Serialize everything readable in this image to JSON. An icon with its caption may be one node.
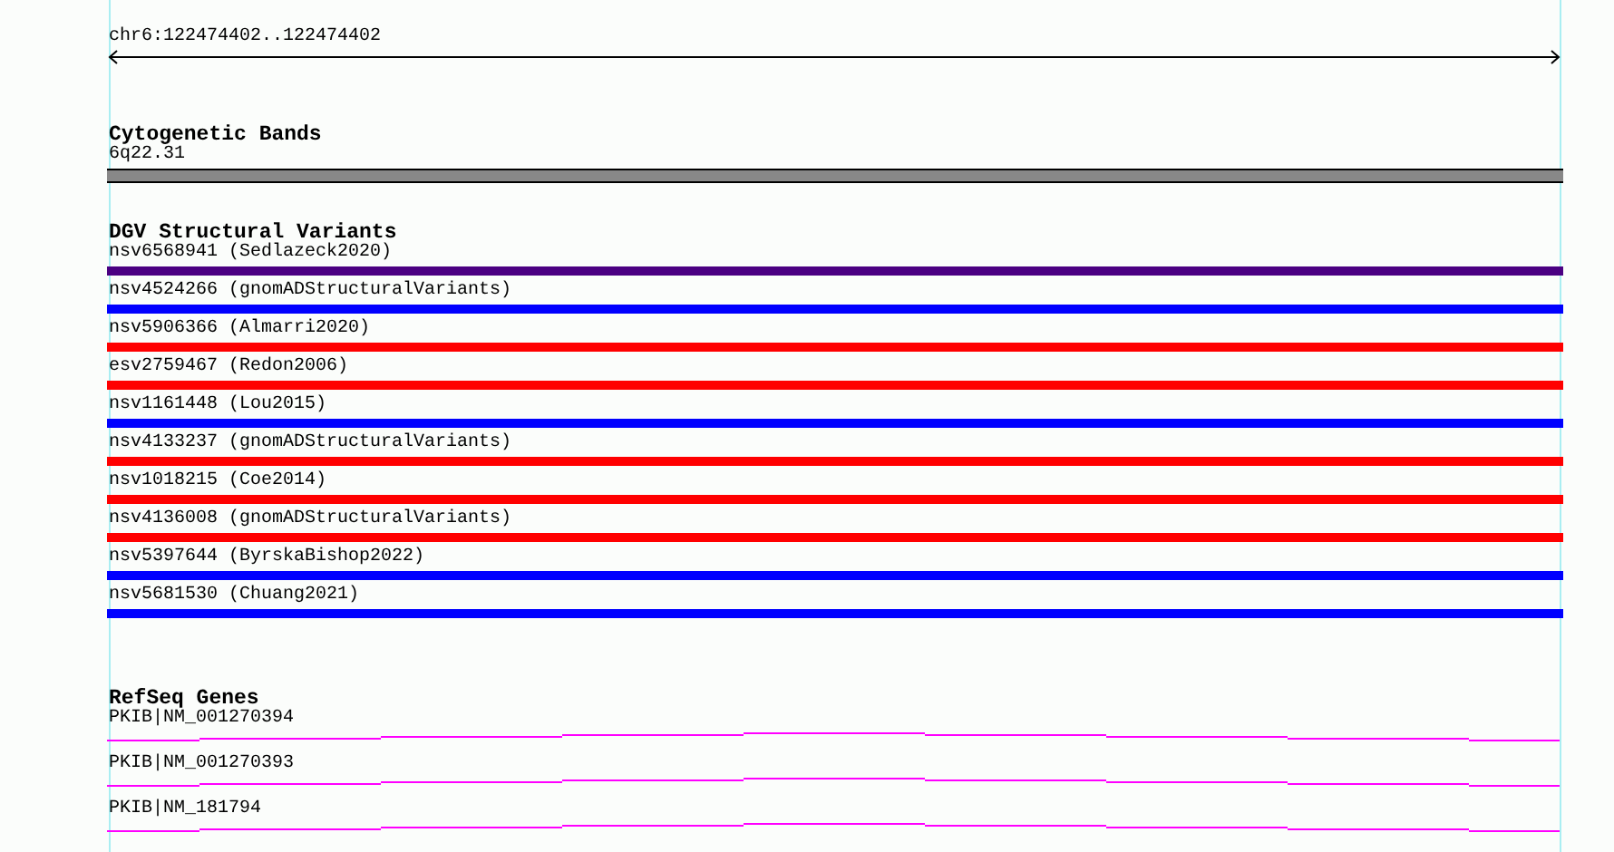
{
  "diagram": {
    "nodes": [
      {
        "text": [
          "6q22.31"
        ]
      },
      {
        "text": [
          "nsv6568941 (Sedlazeck2020)"
        ]
      },
      {
        "text": [
          "nsv4524266 (gnomADStructuralVariants)"
        ]
      },
      {
        "text": [
          "nsv5906366 (Almarri2020)"
        ]
      },
      {
        "text": [
          "esv2759467 (Redon2006)"
        ]
      },
      {
        "text": [
          "nsv1161448 (Lou2015)"
        ]
      },
      {
        "text": [
          "nsv4133237 (gnomADStructuralVariants)"
        ]
      },
      {
        "text": [
          "nsv1018215 (Coe2014)"
        ]
      },
      {
        "text": [
          "nsv4136008 (gnomADStructuralVariants)"
        ]
      },
      {
        "text": [
          "nsv5397644 (ByrskaBishop2022)"
        ]
      },
      {
        "text": [
          "nsv5681530 (Chuang2021)"
        ]
      },
      {
        "text": [
          "PKIB|NM_001270394"
        ]
      },
      {
        "text": [
          "PKIB|NM_001270393"
        ]
      },
      {
        "text": [
          "PKIB|NM_181794"
        ]
      }
    ],
    "edges": [],
    "labels": [
      "chr6:122474402..122474402",
      "Cytogenetic Bands",
      "DGV Structural Variants",
      "RefSeq Genes"
    ]
  }
}
